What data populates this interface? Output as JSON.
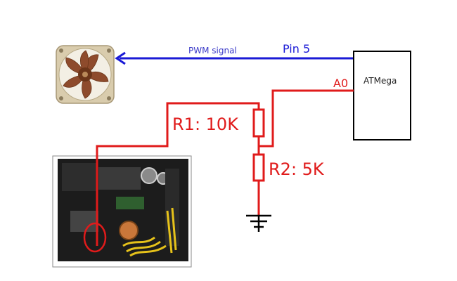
{
  "diagram": {
    "pwm_label": "PWM signal",
    "pin5_label": "Pin 5",
    "a0_label": "A0",
    "mcu_label": "ATMega",
    "r1_label": "R1: 10K",
    "r2_label": "R2: 5K"
  },
  "colors": {
    "pwm_wire": "#1a1ad6",
    "sense_wire": "#e01b1b",
    "fan_blade": "#8b4a2b",
    "fan_frame": "#d8c9a8"
  },
  "icons": {
    "fan": "fan-icon",
    "psu": "power-supply-image",
    "ground": "ground-symbol",
    "arrow": "arrowhead-icon"
  }
}
